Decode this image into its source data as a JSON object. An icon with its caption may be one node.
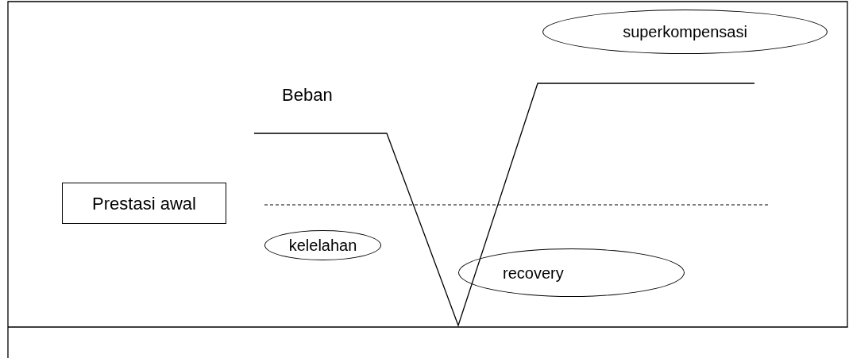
{
  "diagram": {
    "nodes": [
      {
        "text": [
          "superkompensasi"
        ]
      },
      {
        "text": [
          "Prestasi awal"
        ]
      },
      {
        "text": [
          "kelelahan"
        ]
      },
      {
        "text": [
          "recovery"
        ]
      }
    ],
    "labels": [
      "Beban"
    ]
  }
}
